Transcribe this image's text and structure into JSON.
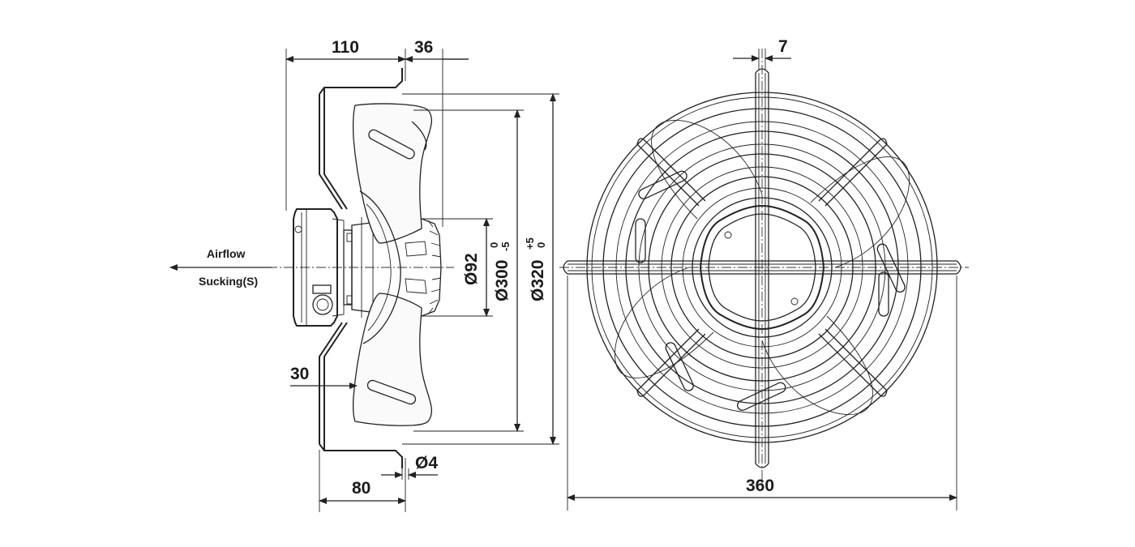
{
  "side_view": {
    "dimensions": {
      "top_left_width": "110",
      "top_right_width": "36",
      "blade_offset": "30",
      "bottom_width": "80",
      "hole": "Ø4",
      "hub_diameter": "Ø92",
      "fan_diameter_base": "Ø300",
      "fan_diameter_tol_upper": "0",
      "fan_diameter_tol_lower": "-5",
      "guard_diameter_base": "Ø320",
      "guard_diameter_tol_upper": "+5",
      "guard_diameter_tol_lower": "0"
    },
    "airflow_label": "Airflow",
    "mode_label": "Sucking(S)"
  },
  "front_view": {
    "dimensions": {
      "bracket_width": "7",
      "overall_width": "360"
    }
  }
}
